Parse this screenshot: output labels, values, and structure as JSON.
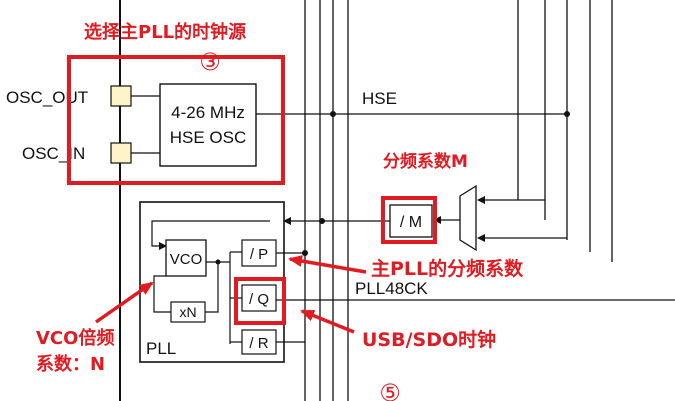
{
  "pins": {
    "osc_out": "OSC_OUT",
    "osc_in": "OSC_IN"
  },
  "hse_block": {
    "freq": "4-26 MHz",
    "name": "HSE OSC"
  },
  "signals": {
    "hse": "HSE",
    "pll48ck": "PLL48CK"
  },
  "pll_block": {
    "vco": "VCO",
    "xn": "xN",
    "div_p": "/ P",
    "div_q": "/ Q",
    "div_r": "/ R",
    "title": "PLL"
  },
  "divider_m": "/ M",
  "markers": {
    "three": "③",
    "five": "⑤"
  },
  "annotations": {
    "main_pll_clock_source": "选择主PLL的时钟源",
    "divider_m_label": "分频系数M",
    "main_pll_divider": "主PLL的分频系数",
    "usb_sdio_clock": "USB/SDO时钟",
    "vco_multiplier_line1": "VCO倍频",
    "vco_multiplier_line2": "系数：N"
  },
  "colors": {
    "annotation_red": "#e01b22",
    "line_black": "#111111"
  }
}
